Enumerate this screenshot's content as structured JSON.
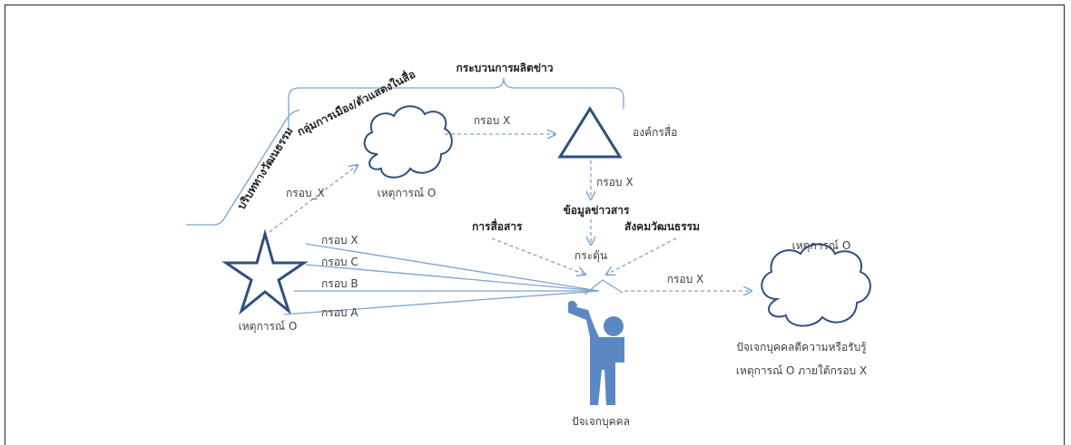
{
  "process": {
    "production": "กระบวนการผลิตข่าว"
  },
  "rotated": {
    "culture_context": "บริบททางวัฒนธรรม",
    "political_actors": "กลุ่มการเมือง/ตัวแสดงในสื่อ"
  },
  "labels": {
    "frame_top": "กรอบ  X",
    "media_org": "องค์กรสื่อ",
    "frame_down": "กรอบ  X",
    "news_info": "ข้อมูลข่าวสาร",
    "communication": "การสื่อสาร",
    "social_culture": "สังคมวัฒนธรรม",
    "stimulus": "กระตุ้น",
    "frame_diag": "กรอบ_X",
    "event_cloud_top": "เหตุการณ์ O",
    "event_star": "เหตุการณ์ O",
    "event_cloud_right": "เหตุการณ์ O",
    "frame_right": "กรอบ  X",
    "individual": "ปัจเจกบุคคล",
    "interpret_line1": "ปัจเจกบุคคลตีความหรือรับรู้",
    "interpret_line2": "เหตุการณ์ O ภายใต้กรอบ X"
  },
  "frames": [
    "กรอบ  X",
    "กรอบ  C",
    "กรอบ  B",
    "กรอบ  A"
  ],
  "colors": {
    "accent": "#2e4f80",
    "person": "#5b88c2",
    "lines": "#7ea3cf"
  }
}
